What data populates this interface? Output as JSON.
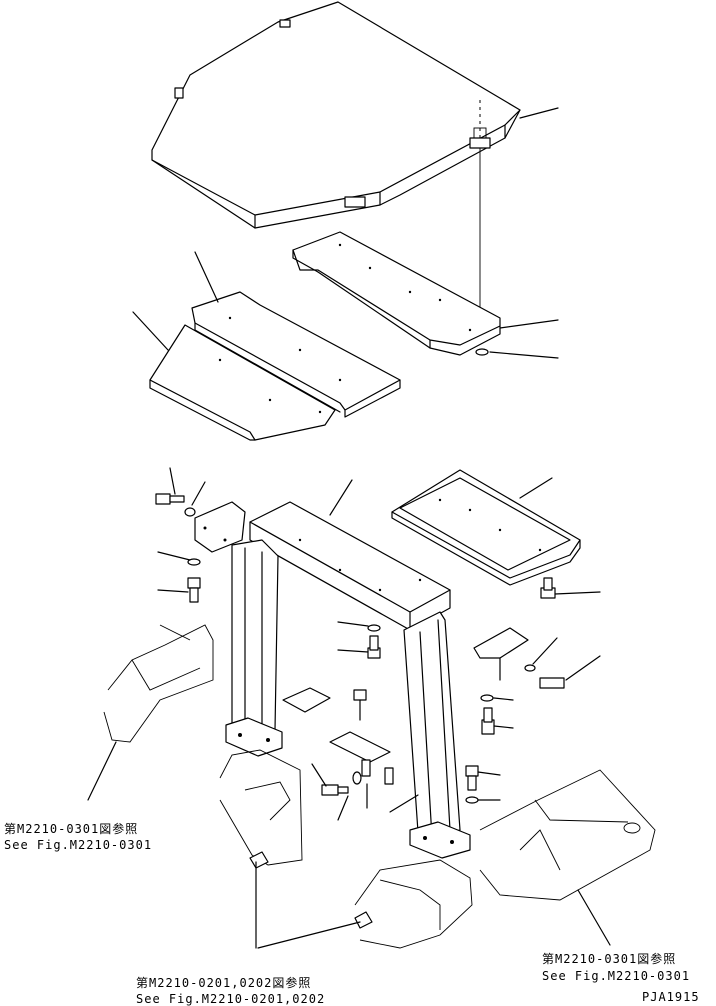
{
  "references": {
    "left": {
      "jp": "第M2210-0301図参照",
      "en": "See Fig.M2210-0301"
    },
    "right": {
      "jp": "第M2210-0301図参照",
      "en": "See Fig.M2210-0301"
    },
    "bottom": {
      "jp": "第M2210-0201,0202図参照",
      "en": "See Fig.M2210-0201,0202"
    }
  },
  "drawing_code": "PJA1915"
}
